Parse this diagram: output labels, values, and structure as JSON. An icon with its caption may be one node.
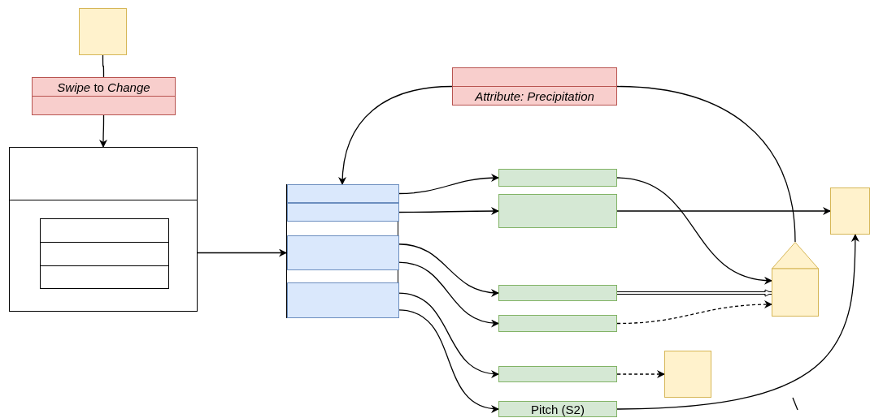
{
  "diagram": {
    "nodes": [
      {
        "text": [],
        "shape": "box"
      },
      {
        "text": [
          "*Swipe* to *Change*"
        ]
      },
      {
        "text": [],
        "shape": "box"
      },
      {
        "text": [],
        "shape": "box",
        "in": 2
      },
      {
        "text": [],
        "shape": "box"
      },
      {
        "text": [],
        "shape": "box",
        "in": 4
      },
      {
        "text": [],
        "shape": "box",
        "in": 4
      },
      {
        "text": [],
        "shape": "box",
        "in": 4
      },
      {
        "text": [],
        "shape": "box",
        "in": 4
      },
      {
        "text": [
          "Attribute: Precipitation"
        ]
      },
      {
        "text": [],
        "shape": "box"
      },
      {
        "text": [],
        "shape": "box"
      },
      {
        "text": [],
        "shape": "box"
      },
      {
        "text": [],
        "shape": "box"
      },
      {
        "text": [],
        "shape": "box"
      },
      {
        "text": [
          "Pitch (S2)"
        ]
      },
      {
        "text": [],
        "shape": "box"
      },
      {
        "text": [],
        "shape": "house"
      },
      {
        "text": [],
        "shape": "box"
      }
    ],
    "edges": [
      {
        "from": 0,
        "to": 1,
        "arrow": "none"
      },
      {
        "from": 1,
        "to": 2,
        "arrow": "to"
      },
      {
        "from": 3,
        "to": 7,
        "arrow": "to"
      },
      {
        "from": 9,
        "to": 4,
        "arrow": "to"
      },
      {
        "from": 9,
        "to": 17,
        "arrow": "none"
      },
      {
        "from": 5,
        "to": 10,
        "arrow": "to"
      },
      {
        "from": 6,
        "to": 11,
        "arrow": "to"
      },
      {
        "from": 7,
        "to": 12,
        "arrow": "to"
      },
      {
        "from": 7,
        "to": 13,
        "arrow": "to"
      },
      {
        "from": 8,
        "to": 14,
        "arrow": "to"
      },
      {
        "from": 8,
        "to": 15,
        "arrow": "to"
      },
      {
        "from": 10,
        "to": 17,
        "arrow": "to"
      },
      {
        "from": 11,
        "to": 16,
        "arrow": "to"
      },
      {
        "from": 12,
        "to": 17,
        "arrow": "to",
        "style": "thick"
      },
      {
        "from": 13,
        "to": 17,
        "arrow": "to",
        "style": "dashed"
      },
      {
        "from": 14,
        "to": 18,
        "arrow": "to",
        "style": "dashed"
      },
      {
        "from": 15,
        "to": 16,
        "arrow": "to"
      }
    ]
  }
}
